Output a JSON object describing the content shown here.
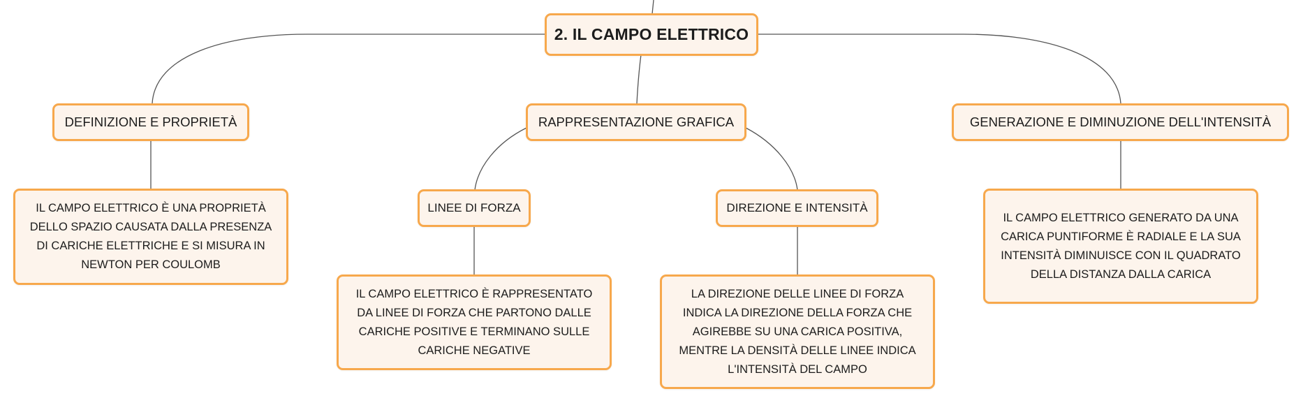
{
  "colors": {
    "node_fill": "#fdf4ec",
    "node_border": "#f7a84c",
    "connector": "#555555",
    "text": "#1c1c1c"
  },
  "root": {
    "label": "2. IL CAMPO ELETTRICO"
  },
  "topics": {
    "definizione": {
      "label": "DEFINIZIONE E PROPRIETÀ",
      "text": "IL CAMPO ELETTRICO È UNA PROPRIETÀ DELLO SPAZIO CAUSATA DALLA PRESENZA DI CARICHE ELETTRICHE E SI MISURA IN NEWTON PER COULOMB"
    },
    "rappresentazione": {
      "label": "RAPPRESENTAZIONE GRAFICA",
      "linee": {
        "label": "LINEE DI FORZA",
        "text": "IL CAMPO ELETTRICO È RAPPRESENTATO DA LINEE DI FORZA CHE PARTONO DALLE CARICHE POSITIVE E TERMINANO SULLE CARICHE NEGATIVE"
      },
      "direzione": {
        "label": "DIREZIONE E INTENSITÀ",
        "text": "LA DIREZIONE DELLE LINEE DI FORZA INDICA LA DIREZIONE DELLA FORZA CHE AGIREBBE SU UNA CARICA POSITIVA, MENTRE LA DENSITÀ DELLE LINEE INDICA L'INTENSITÀ DEL CAMPO"
      }
    },
    "generazione": {
      "label": "GENERAZIONE E DIMINUZIONE DELL'INTENSITÀ",
      "text": "IL CAMPO ELETTRICO GENERATO DA UNA CARICA PUNTIFORME È RADIALE E LA SUA INTENSITÀ DIMINUISCE CON IL QUADRATO DELLA DISTANZA DALLA CARICA"
    }
  }
}
